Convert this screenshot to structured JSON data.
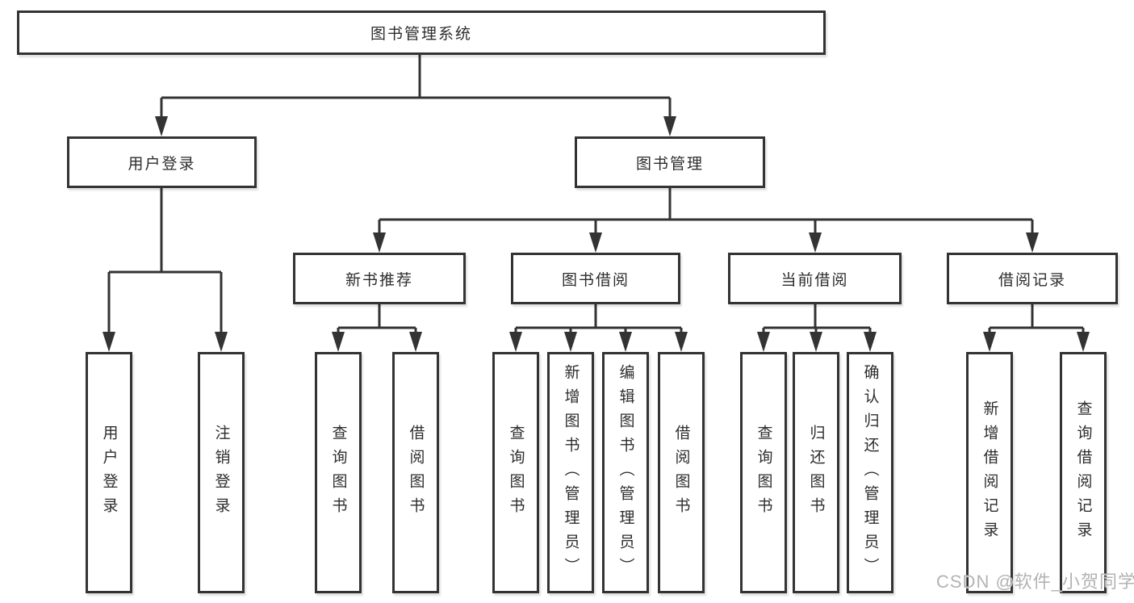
{
  "diagram": {
    "root": {
      "label": "图书管理系统"
    },
    "level2": [
      {
        "label": "用户登录"
      },
      {
        "label": "图书管理"
      }
    ],
    "level3": [
      {
        "label": "新书推荐"
      },
      {
        "label": "图书借阅"
      },
      {
        "label": "当前借阅"
      },
      {
        "label": "借阅记录"
      }
    ],
    "leaf_groups": [
      {
        "parent": "用户登录",
        "items": [
          {
            "label": "用户登录"
          },
          {
            "label": "注销登录"
          }
        ]
      },
      {
        "parent": "新书推荐",
        "items": [
          {
            "label": "查询图书"
          },
          {
            "label": "借阅图书"
          }
        ]
      },
      {
        "parent": "图书借阅",
        "items": [
          {
            "label": "查询图书"
          },
          {
            "label": "新增图书（管理员）"
          },
          {
            "label": "编辑图书（管理员）"
          },
          {
            "label": "借阅图书"
          }
        ]
      },
      {
        "parent": "当前借阅",
        "items": [
          {
            "label": "查询图书"
          },
          {
            "label": "归还图书"
          },
          {
            "label": "确认归还（管理员）"
          }
        ]
      },
      {
        "parent": "借阅记录",
        "items": [
          {
            "label": "新增借阅记录"
          },
          {
            "label": "查询借阅记录"
          }
        ]
      }
    ]
  },
  "watermark": {
    "text": "CSDN @软件_小贺同学"
  },
  "colors": {
    "line": "#333333",
    "box_border": "#333333",
    "box_background": "#ffffff",
    "text": "#2d2d2d",
    "watermark": "#b3b3b3"
  }
}
